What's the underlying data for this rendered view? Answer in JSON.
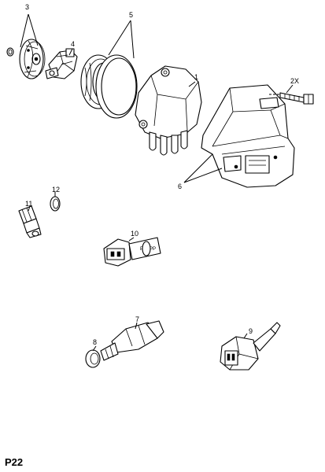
{
  "callouts": {
    "c1": "1",
    "c2x": "2X",
    "c3": "3",
    "c4": "4",
    "c5": "5",
    "c6": "6",
    "c7": "7",
    "c8": "8",
    "c9": "9",
    "c10": "10",
    "c11": "11",
    "c12": "12"
  },
  "page_code": "P22",
  "connector_text": "PPPPP"
}
